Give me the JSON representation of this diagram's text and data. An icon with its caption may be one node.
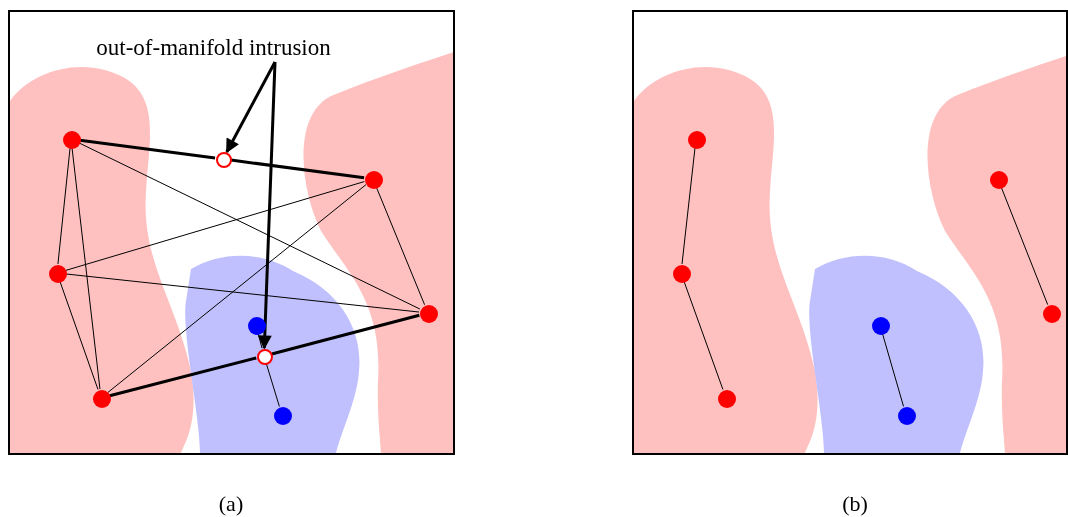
{
  "diagram": {
    "nodes": [
      {
        "text": [],
        "shape": "box",
        "beside": [
          "(a)"
        ]
      },
      {
        "text": [
          "out-of-manifold intrusion"
        ],
        "in": 0
      },
      {
        "text": [],
        "shape": "circle",
        "in": 0
      },
      {
        "text": [],
        "shape": "circle",
        "in": 0
      },
      {
        "text": [],
        "shape": "circle",
        "in": 0
      },
      {
        "text": [],
        "shape": "circle",
        "in": 0
      },
      {
        "text": [],
        "shape": "circle",
        "in": 0
      },
      {
        "text": [],
        "shape": "circle",
        "in": 0
      },
      {
        "text": [],
        "shape": "circle",
        "in": 0
      },
      {
        "text": [],
        "shape": "circle",
        "in": 0
      },
      {
        "text": [],
        "shape": "circle",
        "in": 0
      },
      {
        "text": [],
        "shape": "box",
        "beside": [
          "(b)"
        ]
      },
      {
        "text": [],
        "shape": "circle",
        "in": 11
      },
      {
        "text": [],
        "shape": "circle",
        "in": 11
      },
      {
        "text": [],
        "shape": "circle",
        "in": 11
      },
      {
        "text": [],
        "shape": "circle",
        "in": 11
      },
      {
        "text": [],
        "shape": "circle",
        "in": 11
      },
      {
        "text": [],
        "shape": "circle",
        "in": 11
      },
      {
        "text": [],
        "shape": "circle",
        "in": 11
      }
    ],
    "edges": [
      {
        "from": 2,
        "to": 9,
        "arrow": "none",
        "style": "thick"
      },
      {
        "from": 9,
        "to": 3,
        "arrow": "none",
        "style": "thick"
      },
      {
        "from": 6,
        "to": 10,
        "arrow": "none",
        "style": "thick"
      },
      {
        "from": 10,
        "to": 5,
        "arrow": "none",
        "style": "thick"
      },
      {
        "from": 2,
        "to": 4,
        "arrow": "none"
      },
      {
        "from": 2,
        "to": 6,
        "arrow": "none"
      },
      {
        "from": 2,
        "to": 5,
        "arrow": "none"
      },
      {
        "from": 4,
        "to": 3,
        "arrow": "none"
      },
      {
        "from": 4,
        "to": 5,
        "arrow": "none"
      },
      {
        "from": 4,
        "to": 6,
        "arrow": "none"
      },
      {
        "from": 6,
        "to": 3,
        "arrow": "none"
      },
      {
        "from": 3,
        "to": 5,
        "arrow": "none"
      },
      {
        "from": 7,
        "to": 10,
        "arrow": "none"
      },
      {
        "from": 10,
        "to": 8,
        "arrow": "none"
      },
      {
        "from": 1,
        "to": 9,
        "arrow": "to",
        "style": "thick"
      },
      {
        "from": 1,
        "to": 10,
        "arrow": "to",
        "style": "thick"
      },
      {
        "from": 12,
        "to": 13,
        "arrow": "none"
      },
      {
        "from": 13,
        "to": 14,
        "arrow": "none"
      },
      {
        "from": 15,
        "to": 16,
        "arrow": "none"
      },
      {
        "from": 17,
        "to": 18,
        "arrow": "none"
      }
    ]
  }
}
